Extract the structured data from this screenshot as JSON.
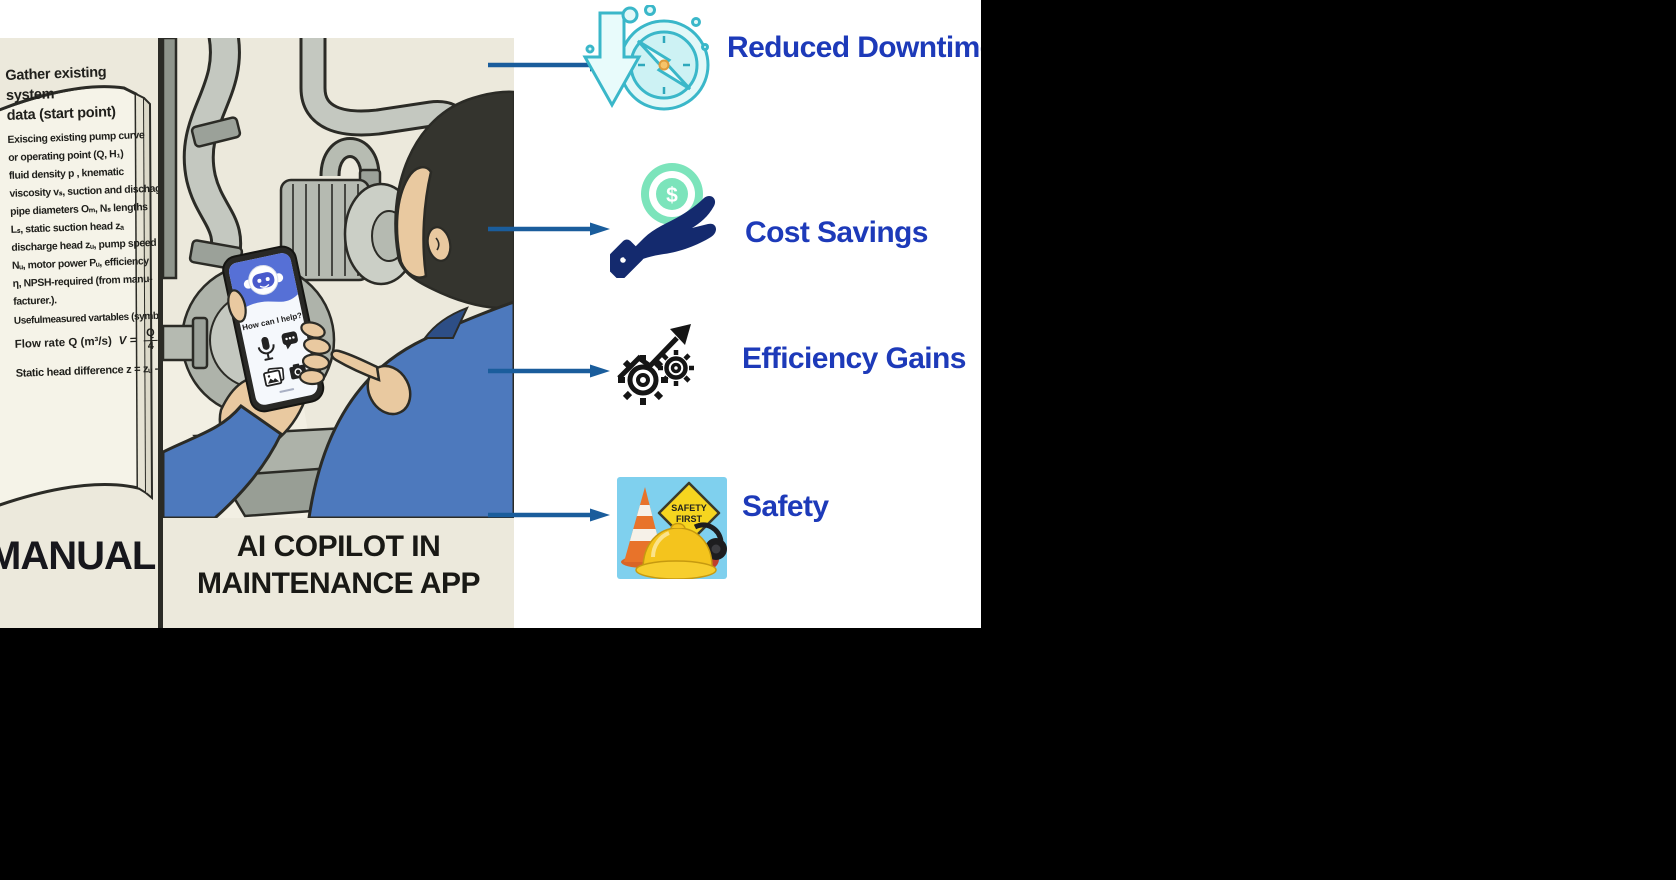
{
  "panels": {
    "manual": {
      "label": "MANUAL",
      "book": {
        "heading_line1": "Gather existing system",
        "heading_line2": "data (start point)",
        "body_lines": [
          "Exiscing existing pump curve",
          "or operating point (Q, H₁)",
          "fluid density p , knematic",
          "viscosity vₛ, suction and dischage",
          "pipe diameters Oₘ, Nₛ lengths",
          "Lₛ, static suction head zₐ",
          "discharge head zᵤ, pump speed",
          "Nᵤ, motor power Pᵤ, efficiency",
          "η, NPSH-required (from manu-",
          "facturer.)."
        ],
        "vars_heading": "Usefulmeasured vartables (symbols):",
        "flow_lead": "Flow rate Q (m³/s)",
        "flow_eq": "V =",
        "flow_frac_num": "Q",
        "flow_frac_den": "4",
        "static_line": "Static head difference z = zᵤ - zₛ"
      }
    },
    "app": {
      "label_line1": "AI COPILOT IN",
      "label_line2": "MAINTENANCE APP",
      "phone": {
        "greeting": "How can I help?",
        "icons": [
          "microphone-icon",
          "chat-icon",
          "gallery-icon",
          "camera-icon"
        ]
      }
    }
  },
  "benefits": [
    {
      "label": "Reduced Downtime",
      "icon": "downtime-clock-icon"
    },
    {
      "label": "Cost Savings",
      "icon": "coin-in-hand-icon",
      "coin_symbol": "$"
    },
    {
      "label": "Efficiency Gains",
      "icon": "gears-growth-icon"
    },
    {
      "label": "Safety",
      "icon": "safety-gear-photo",
      "sign_line1": "SAFETY",
      "sign_line2": "FIRST"
    }
  ],
  "colors": {
    "benefit_label": "#1d3ab9",
    "arrow": "#1a5d9c",
    "panel_background": "#ece9dc",
    "canvas_background": "#ffffff",
    "outside_background": "#000000"
  }
}
